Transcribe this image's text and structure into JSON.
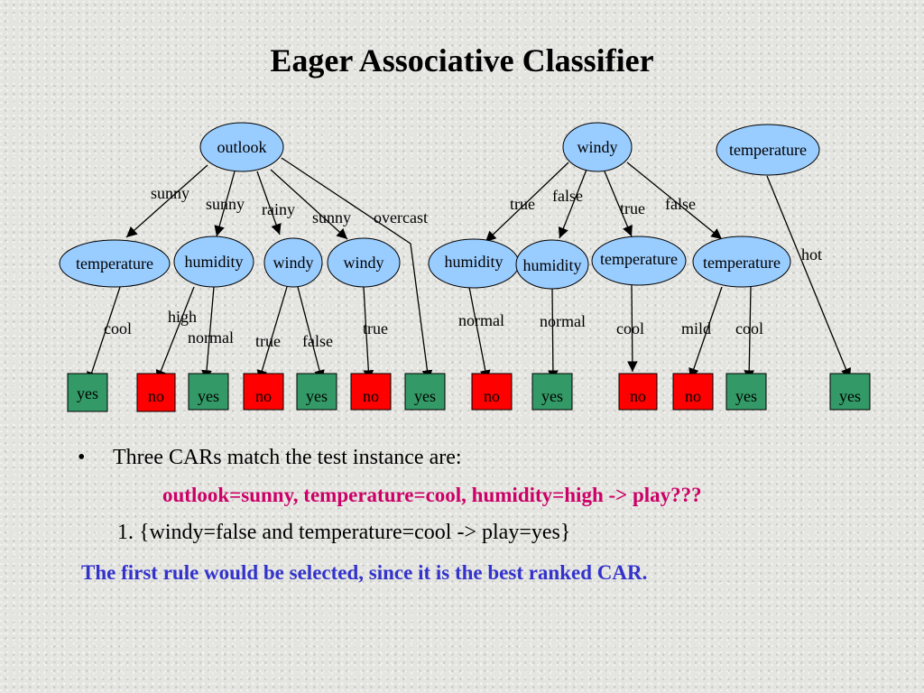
{
  "title": "Eager Associative Classifier",
  "colors": {
    "node_fill": "#99ccff",
    "leaf_yes": "#339966",
    "leaf_no": "#ff0000",
    "query": "#cc0066",
    "conclusion": "#3333cc"
  },
  "trees": {
    "outlook_tree": {
      "root": "outlook",
      "edge_labels": [
        "sunny",
        "sunny",
        "rainy",
        "sunny",
        "overcast"
      ],
      "children": [
        "temperature",
        "humidity",
        "windy",
        "windy"
      ],
      "child_edge_labels": [
        "cool",
        "high",
        "normal",
        "true",
        "false",
        "true"
      ],
      "leaves": [
        "yes",
        "no",
        "yes",
        "no",
        "yes",
        "no",
        "yes"
      ]
    },
    "windy_tree": {
      "root": "windy",
      "edge_labels": [
        "true",
        "false",
        "true",
        "false"
      ],
      "children": [
        "humidity",
        "humidity",
        "temperature",
        "temperature"
      ],
      "child_edge_labels": [
        "normal",
        "normal",
        "cool",
        "mild",
        "cool"
      ],
      "leaves": [
        "no",
        "yes",
        "no",
        "no",
        "yes"
      ]
    },
    "temperature_tree": {
      "root": "temperature",
      "edge_labels": [
        "hot"
      ],
      "leaves": [
        "yes"
      ]
    }
  },
  "text": {
    "bullet": "•",
    "intro": "Three CARs match the test instance are:",
    "query": "outlook=sunny, temperature=cool, humidity=high  -> play???",
    "rule1": "1. {windy=false and temperature=cool -> play=yes}",
    "conclusion": "The first rule would be selected, since it is the best ranked CAR."
  }
}
